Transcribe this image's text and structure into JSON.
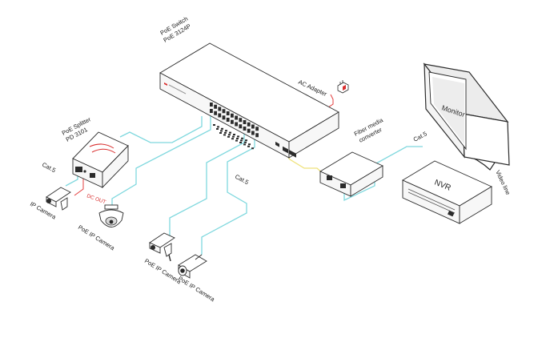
{
  "labels": {
    "poe_switch_line1": "PoE Switch",
    "poe_switch_line2": "PoE 3124P",
    "ac_adapter": "AC Adapter",
    "fiber_line1": "Fiber media",
    "fiber_line2": "converter",
    "monitor": "Monitor",
    "nvr": "NVR",
    "video_line": "Video line",
    "cat5_top": "Cat.5",
    "cat5_mid": "Cat.5",
    "cat5_left": "Cat.5",
    "splitter_line1": "PoE Splitter",
    "splitter_line2": "PD 3101",
    "dc_out": "DC OUT",
    "ip_camera": "IP Camera",
    "poe_ip_camera_dome": "PoE IP Camera",
    "poe_ip_camera_1": "PoE IP Camera",
    "poe_ip_camera_2": "PoE IP Camera"
  },
  "colors": {
    "ethernet_cable": "#7fd8de",
    "fiber_cable": "#efe27a",
    "power_cable": "#e33c3c",
    "video_cable": "#222222",
    "brand_red": "#d92f2f"
  },
  "icons": {
    "switch": "poe-switch-icon",
    "splitter": "poe-splitter-icon",
    "adapter": "ac-adapter-icon",
    "converter": "fiber-converter-icon",
    "nvr": "nvr-icon",
    "monitor": "monitor-icon",
    "camera": "bullet-camera-icon",
    "dome": "dome-camera-icon"
  }
}
